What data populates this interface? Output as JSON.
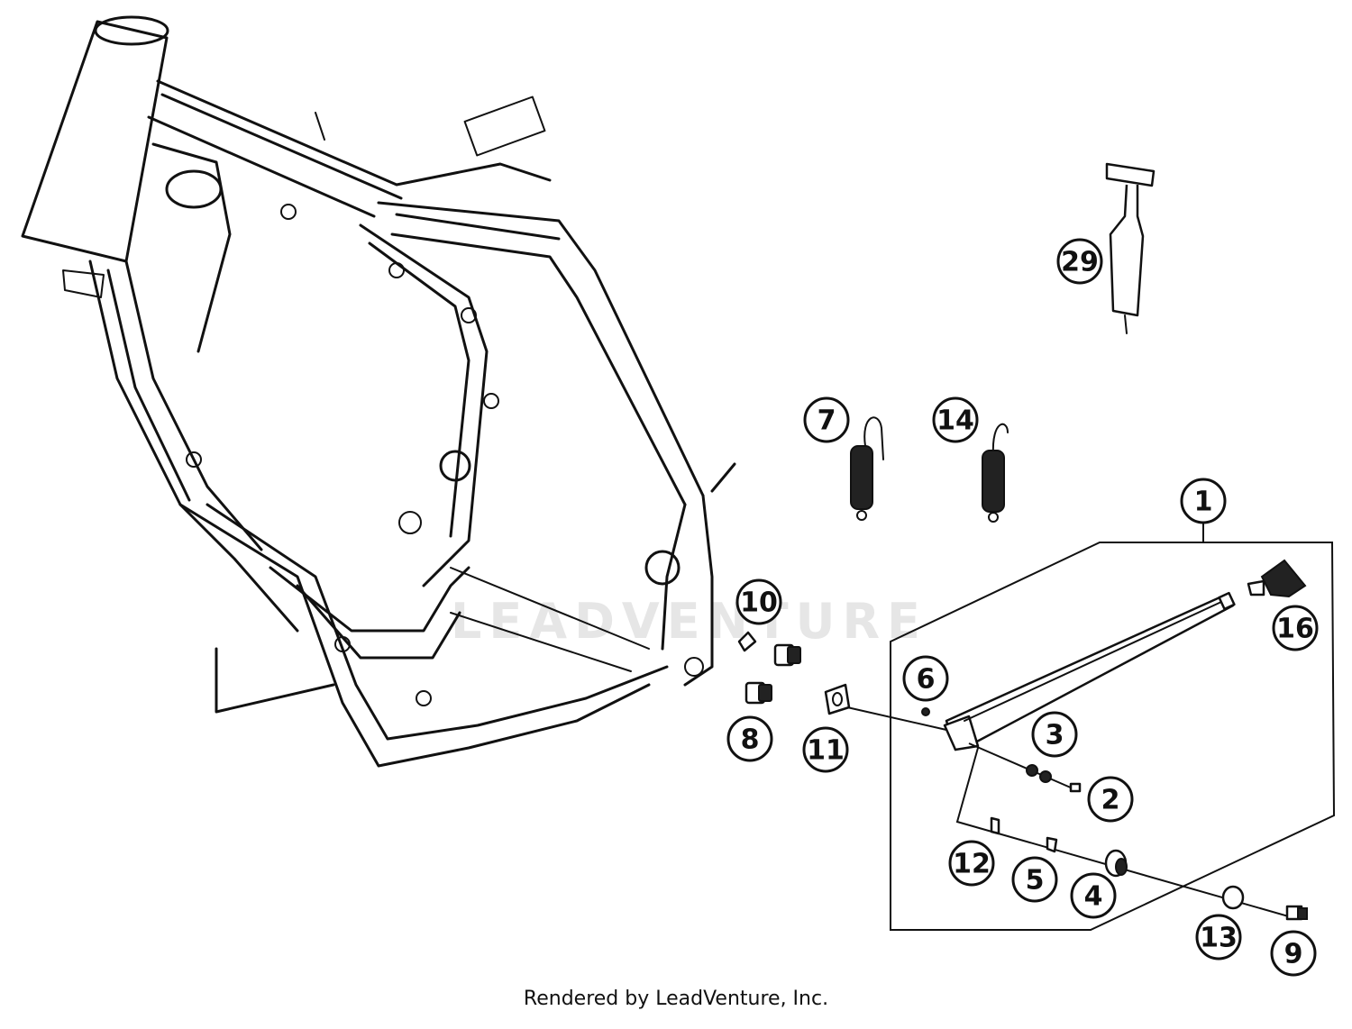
{
  "watermark": "LEADVENTURE",
  "footer": "Rendered by LeadVenture, Inc.",
  "callouts": {
    "c1": "1",
    "c2": "2",
    "c3": "3",
    "c4": "4",
    "c5": "5",
    "c6": "6",
    "c7": "7",
    "c8": "8",
    "c9": "9",
    "c10": "10",
    "c11": "11",
    "c12": "12",
    "c13": "13",
    "c14": "14",
    "c16": "16",
    "c29": "29"
  }
}
